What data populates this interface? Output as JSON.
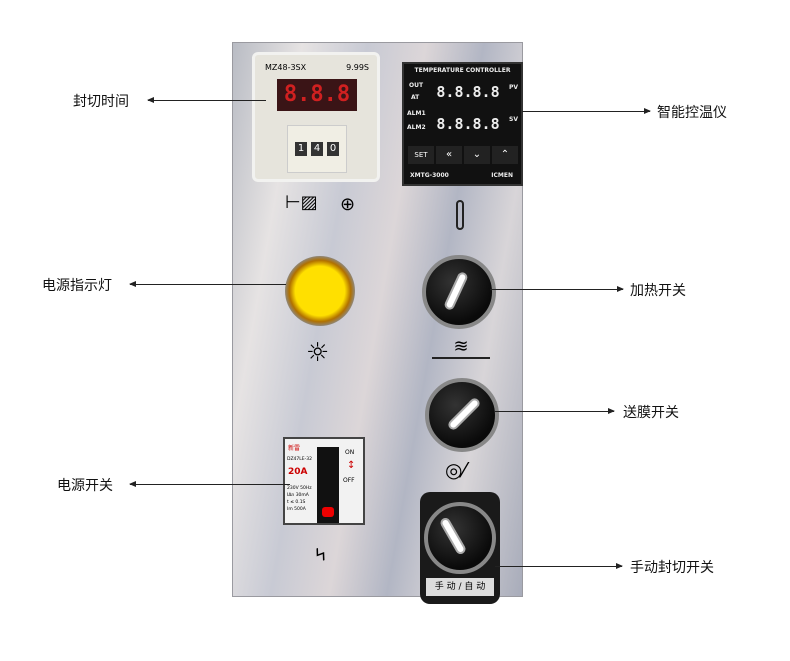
{
  "labels": {
    "timer": "封切时间",
    "temp_controller": "智能控温仪",
    "power_indicator": "电源指示灯",
    "heating_switch": "加热开关",
    "film_switch": "送膜开关",
    "power_switch": "电源开关",
    "manual_cut_switch": "手动封切开关"
  },
  "timer": {
    "model": "MZ48-3SX",
    "range": "9.99S",
    "display": "8.8.8",
    "digits": [
      "1",
      "4",
      "0"
    ]
  },
  "temp_controller": {
    "title": "TEMPERATURE CONTROLLER",
    "indicators": [
      "OUT",
      "AT",
      "ALM1",
      "ALM2"
    ],
    "pv": "PV",
    "sv": "SV",
    "pv_display": "8.8.8.8",
    "sv_display": "8.8.8.8",
    "set": "SET",
    "model": "XMTG-3000",
    "brand": "ICMEN"
  },
  "breaker": {
    "brand": "新雷",
    "model": "DZ47LE-32",
    "rating": "20A",
    "on": "ON",
    "off": "OFF",
    "specs": [
      "230V 50Hz",
      "IΔn 30mA",
      "t ≤ 0.1S",
      "Im 500A"
    ]
  },
  "manual_switch_plate": "手 动 / 自 动"
}
